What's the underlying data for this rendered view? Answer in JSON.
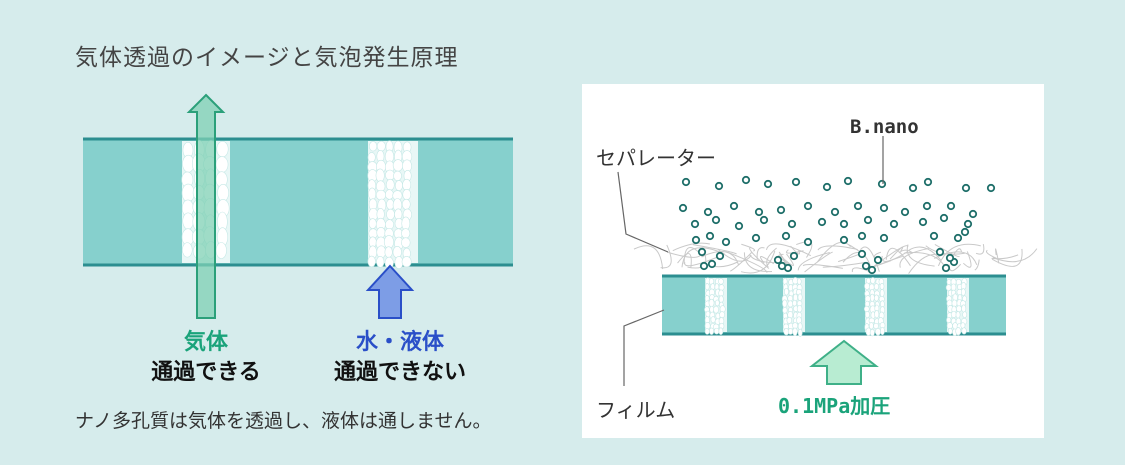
{
  "title": "気体透過のイメージと気泡発生原理",
  "left_diagram": {
    "gas_label": "気体",
    "gas_sub": "通過できる",
    "liquid_label": "水・液体",
    "liquid_sub": "通過できない"
  },
  "caption": "ナノ多孔質は気体を透過し、液体は通しません。",
  "right_diagram": {
    "separator_label": "セパレーター",
    "bnano_label": "B.nano",
    "film_label": "フィルム",
    "pressure_label": "0.1MPa加圧"
  },
  "colors": {
    "background": "#d6ecec",
    "membrane": "#86d0cd",
    "membrane_border": "#2c8e90",
    "gas_arrow": "#7fd0b4",
    "liquid_arrow": "#7d9de6",
    "gas_text": "#1aa37a",
    "liquid_text": "#2a4fc8"
  }
}
